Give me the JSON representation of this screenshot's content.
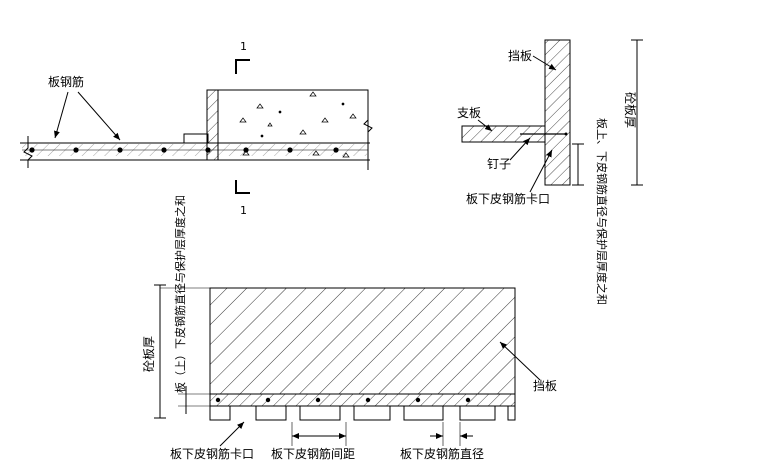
{
  "section_view": {
    "label_rebar": "板钢筋",
    "section_mark_top": "1",
    "section_mark_bottom": "1"
  },
  "detail_view": {
    "label_baffle": "挡板",
    "label_support_board": "支板",
    "label_nail": "钉子",
    "label_notch": "板下皮钢筋卡口",
    "label_slab_thickness": "砼板厚",
    "label_cover_sum": "板上、下皮钢筋直径与保护层厚度之和"
  },
  "elevation_view": {
    "label_slab_thickness": "砼板厚",
    "label_cover_sum": "板（上）下皮钢筋直径与保护层厚度之和",
    "label_baffle": "挡板",
    "label_notch": "板下皮钢筋卡口",
    "label_spacing": "板下皮钢筋间距",
    "label_diameter": "板下皮钢筋直径"
  }
}
